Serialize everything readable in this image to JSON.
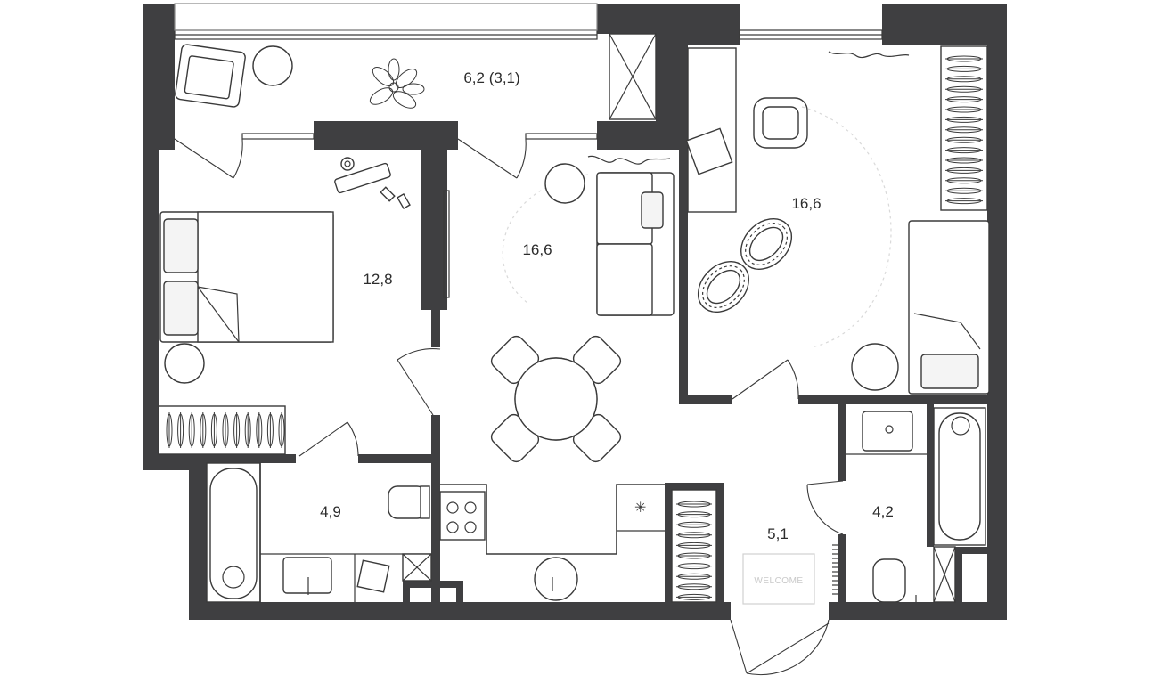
{
  "rooms": {
    "balcony": {
      "area": "6,2 (3,1)"
    },
    "bedroom": {
      "area": "12,8"
    },
    "living": {
      "area": "16,6"
    },
    "kids": {
      "area": "16,6"
    },
    "bath_left": {
      "area": "4,9"
    },
    "bath_right": {
      "area": "4,2"
    },
    "hall": {
      "area": "5,1"
    }
  },
  "hall_mat": {
    "text": "WELCOME"
  },
  "colors": {
    "walls": "#3f3f41",
    "lines": "#3a3a3a",
    "background": "#ffffff"
  }
}
